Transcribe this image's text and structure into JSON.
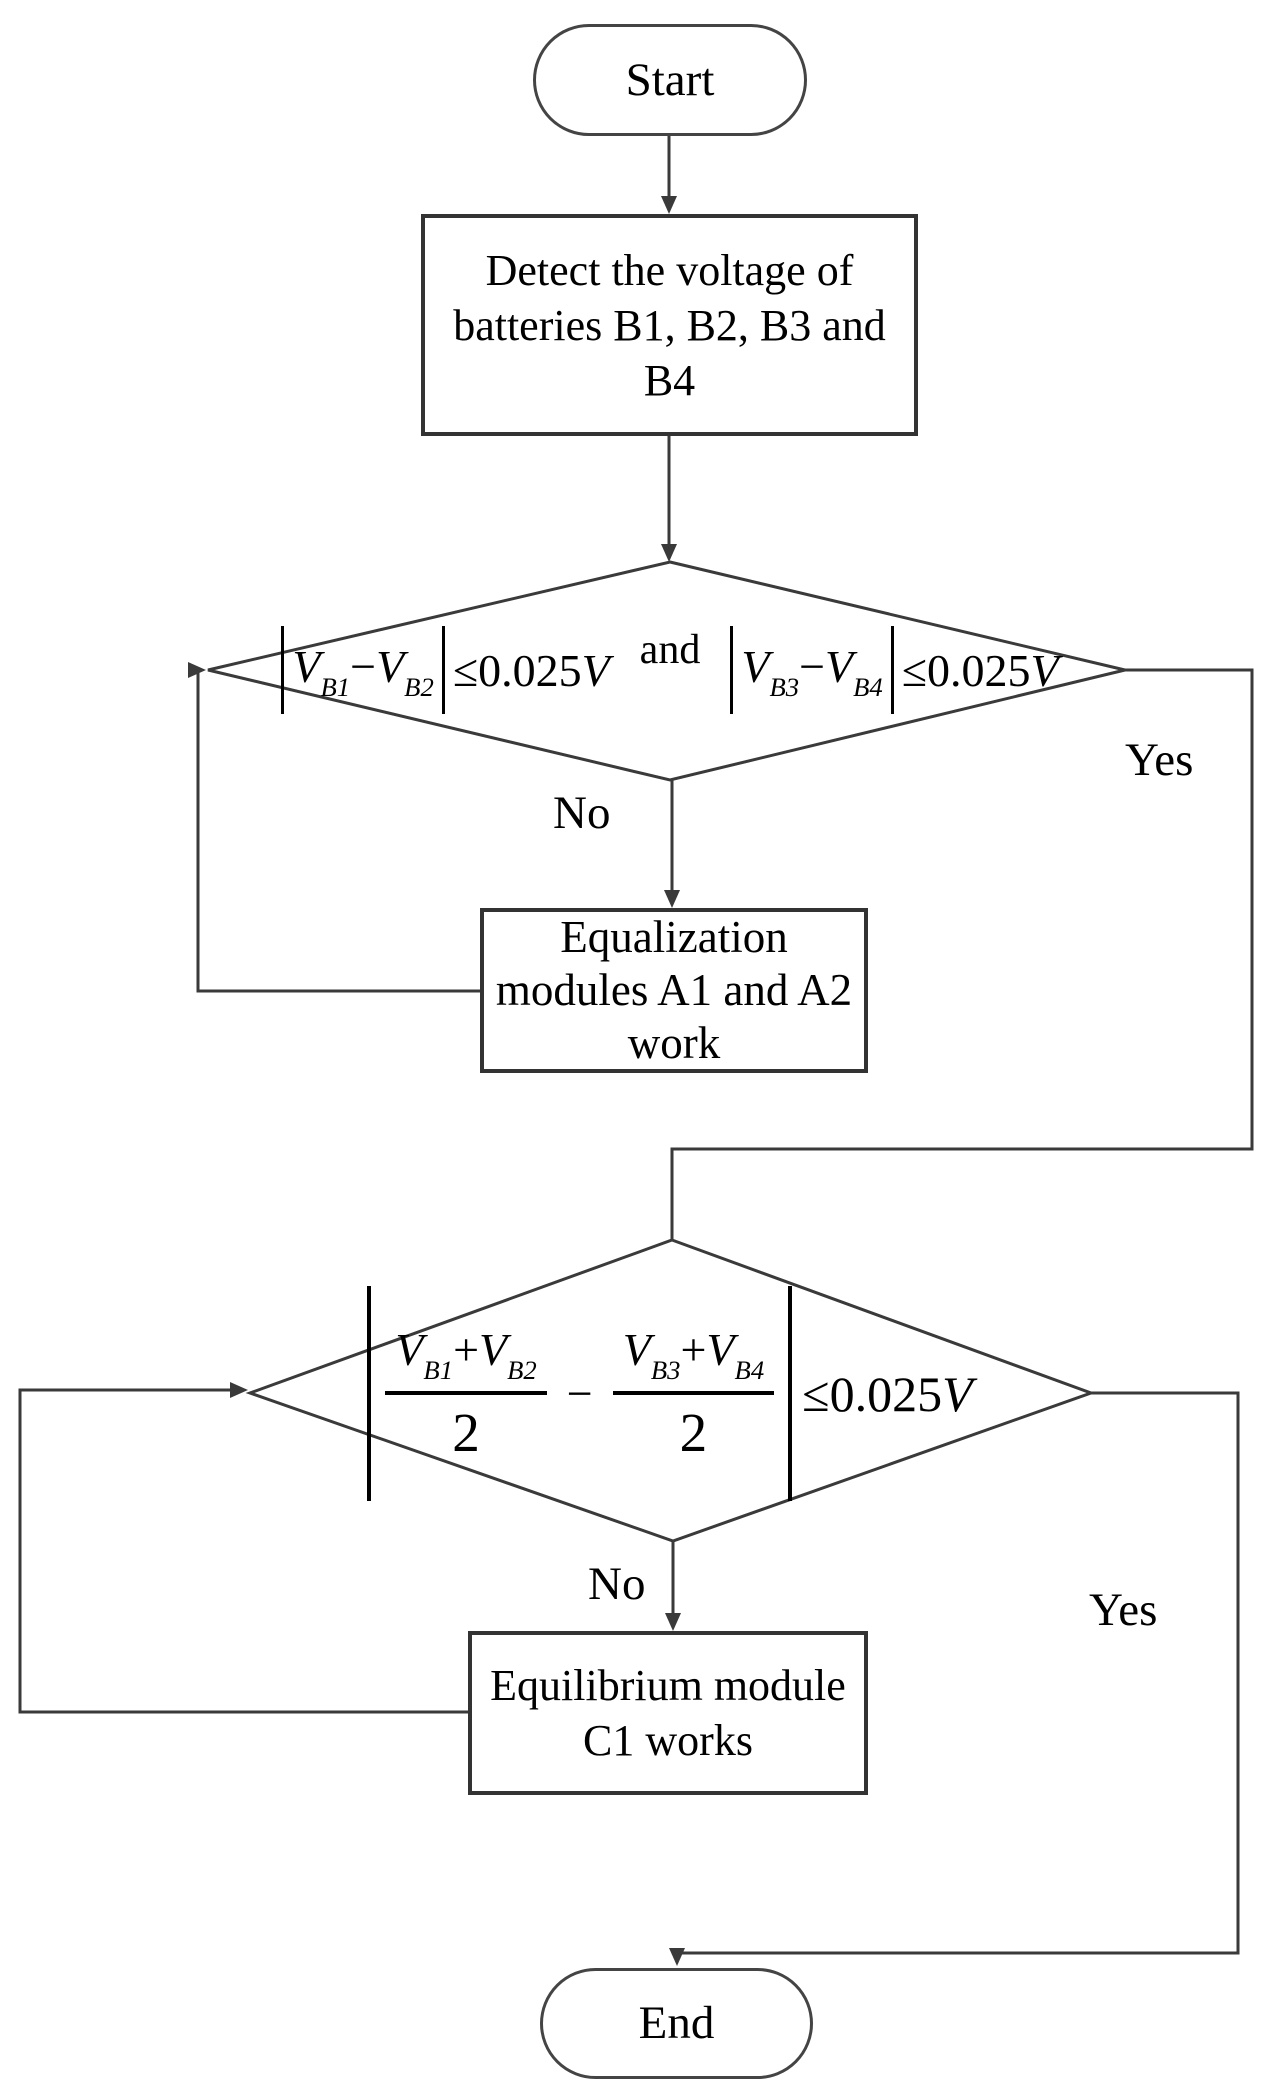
{
  "nodes": {
    "start": {
      "label": "Start"
    },
    "detect": {
      "lines": [
        "Detect the voltage of",
        "batteries B1, B2, B3 and",
        "B4"
      ]
    },
    "decision1": {
      "left": {
        "var1": "V",
        "sub1": "B1",
        "op": "−",
        "var2": "V",
        "sub2": "B2",
        "cmp": "≤",
        "value": "0.025",
        "unit": "V"
      },
      "conjunction": "and",
      "right": {
        "var1": "V",
        "sub1": "B3",
        "op": "−",
        "var2": "V",
        "sub2": "B4",
        "cmp": "≤",
        "value": "0.025",
        "unit": "V"
      }
    },
    "equalization": {
      "lines": [
        "Equalization",
        "modules A1 and A2",
        "work"
      ]
    },
    "decision2": {
      "frac1": {
        "var1": "V",
        "sub1": "B1",
        "op": "+",
        "var2": "V",
        "sub2": "B2",
        "den": "2"
      },
      "op": "−",
      "frac2": {
        "var1": "V",
        "sub1": "B3",
        "op": "+",
        "var2": "V",
        "sub2": "B4",
        "den": "2"
      },
      "cmp": "≤",
      "value": "0.025",
      "unit": "V"
    },
    "equilibrium": {
      "lines": [
        "Equilibrium module",
        "C1 works"
      ]
    },
    "end": {
      "label": "End"
    }
  },
  "edges": {
    "no1": "No",
    "yes1": "Yes",
    "no2": "No",
    "yes2": "Yes"
  },
  "colors": {
    "line": "#3a3a3a",
    "text": "#000000",
    "background": "#ffffff"
  }
}
